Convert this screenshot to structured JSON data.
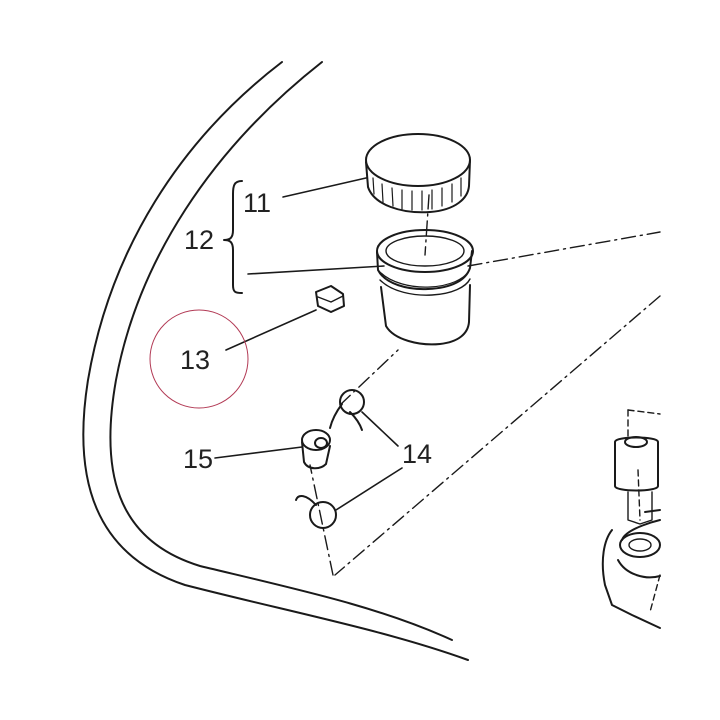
{
  "labels": {
    "part_11": "11",
    "part_12": "12",
    "part_13": "13",
    "part_14": "14",
    "part_15": "15"
  },
  "colors": {
    "line": "#1a1a1a",
    "highlight_circle": "#b23a55",
    "background": "#ffffff"
  }
}
